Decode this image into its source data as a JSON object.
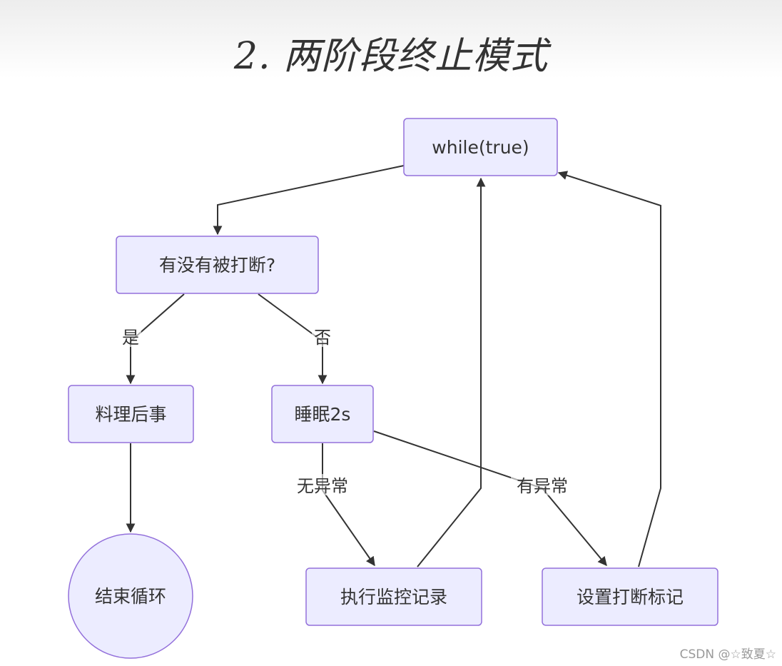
{
  "title": "2. 两阶段终止模式",
  "nodes": {
    "while_loop": "while(true)",
    "check_interrupt": "有没有被打断?",
    "cleanup": "料理后事",
    "sleep": "睡眠2s",
    "end_loop": "结束循环",
    "run_monitor": "执行监控记录",
    "set_flag": "设置打断标记"
  },
  "edges": {
    "yes": "是",
    "no": "否",
    "no_exception": "无异常",
    "has_exception": "有异常"
  },
  "watermark": "CSDN @☆致夏☆",
  "colors": {
    "node_fill": "#ECECFF",
    "node_stroke": "#9370DB",
    "edge": "#333333",
    "text": "#333333"
  }
}
